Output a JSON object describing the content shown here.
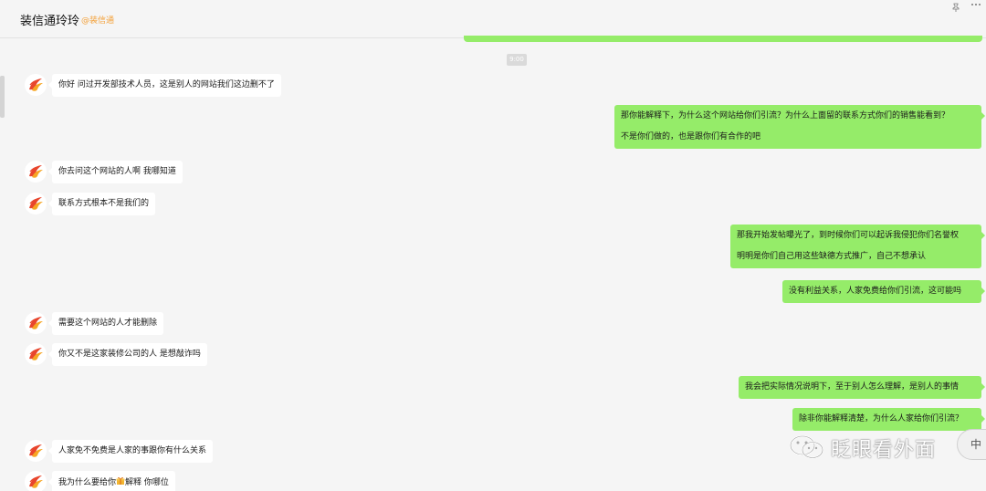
{
  "header": {
    "title": "装信通玲玲",
    "handle": "@装信通",
    "pin_icon": "pin-icon",
    "more_icon": "more-icon"
  },
  "timestamp": "9:00",
  "messages": [
    {
      "side": "in",
      "lines": [
        "你好 问过开发部技术人员，这是别人的网站我们这边删不了"
      ]
    },
    {
      "side": "out",
      "lines": [
        "那你能解释下，为什么这个网站给你们引流？为什么上面留的联系方式你们的销售能看到？",
        "不是你们做的，也是跟你们有合作的吧"
      ]
    },
    {
      "side": "in",
      "lines": [
        "你去问这个网站的人啊 我哪知道"
      ]
    },
    {
      "side": "in",
      "lines": [
        "联系方式根本不是我们的"
      ]
    },
    {
      "side": "out",
      "lines": [
        "那我开始发帖曝光了，到时候你们可以起诉我侵犯你们名誉权",
        "明明是你们自己用这些缺德方式推广，自己不想承认"
      ]
    },
    {
      "side": "out",
      "lines": [
        "没有利益关系，人家免费给你们引流，这可能吗"
      ]
    },
    {
      "side": "in",
      "lines": [
        "需要这个网站的人才能删除"
      ]
    },
    {
      "side": "in",
      "lines": [
        "你又不是这家装修公司的人 是想敲诈吗"
      ]
    },
    {
      "side": "out",
      "lines": [
        "我会把实际情况说明下，至于别人怎么理解，是别人的事情"
      ]
    },
    {
      "side": "out",
      "lines": [
        "除非你能解释清楚，为什么人家给你们引流？"
      ]
    },
    {
      "side": "in",
      "lines": [
        "人家免不免费是人家的事跟你有什么关系"
      ]
    },
    {
      "side": "in",
      "lines": [
        "我为什么要给你"
      ],
      "emoji": "gift-icon",
      "lines_after": [
        "解释 你哪位"
      ]
    }
  ],
  "watermark": {
    "icon": "wechat-icon",
    "text": "眨眼看外面"
  },
  "ime": {
    "label": "中"
  },
  "colors": {
    "out_bubble": "#95ec69",
    "in_bubble": "#ffffff",
    "background": "#f5f5f5",
    "handle": "#f4a13a"
  }
}
